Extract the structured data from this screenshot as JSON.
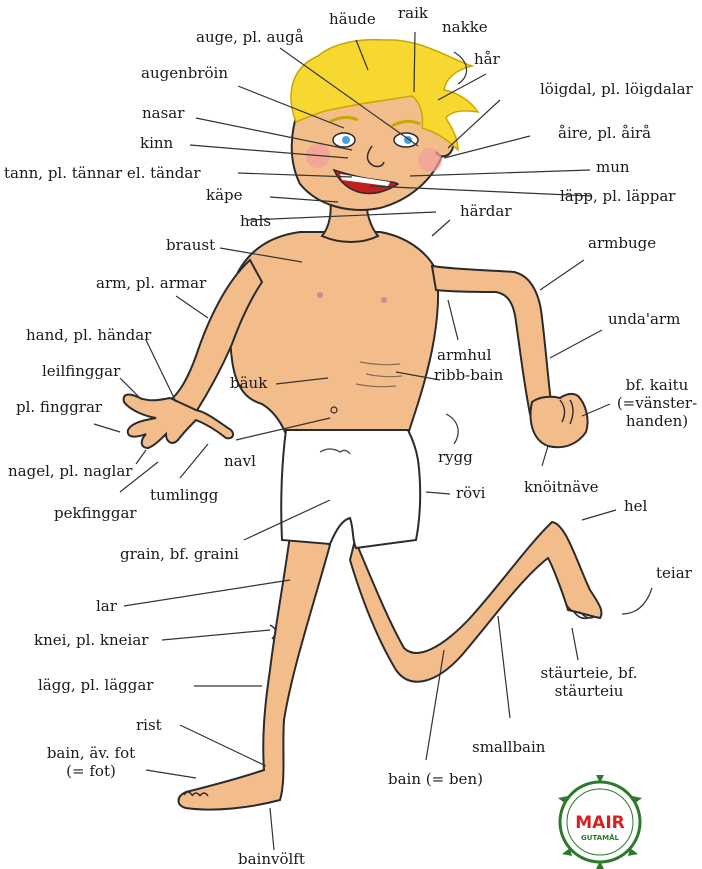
{
  "labels": {
    "haude": "häude",
    "raik": "raik",
    "nakke": "nakke",
    "auge": "auge, pl. augå",
    "har": "hår",
    "augenbroin": "augenbröin",
    "loigdal": "löigdal, pl. löigdalar",
    "nasar": "nasar",
    "aire": "åire, pl. åirå",
    "kinn": "kinn",
    "mun": "mun",
    "tann": "tann, pl. tännar el. tändar",
    "kape": "käpe",
    "lapp": "läpp, pl. läppar",
    "hals": "hals",
    "hardar": "härdar",
    "braust": "braust",
    "armbuge": "armbuge",
    "arm": "arm, pl. armar",
    "undaarm": "unda'arm",
    "hand": "hand, pl. händar",
    "armhul": "armhul",
    "leilfinggar": "leilfinggar",
    "ribbbain": "ribb-bain",
    "bfkaitu": "bf. kaitu (=vänster-handen)",
    "bauk": "bäuk",
    "plfinggrar": "pl. finggrar",
    "rygg": "rygg",
    "navl": "navl",
    "nagel": "nagel, pl. naglar",
    "knoitnave": "knöitnäve",
    "tumlingg": "tumlingg",
    "rovi": "rövi",
    "pekfinggar": "pekfinggar",
    "hel": "hel",
    "grain": "grain, bf. graini",
    "teiar": "teiar",
    "lar": "lar",
    "knei": "knei, pl. kneiar",
    "staurteie": "stäurteie, bf. stäurteiu",
    "lagg": "lägg, pl. läggar",
    "rist": "rist",
    "smallbain": "smallbain",
    "bainfot": "bain, äv. fot (= fot)",
    "bainben": "bain (= ben)",
    "bainvolft": "bainvölft"
  },
  "logo": {
    "word": "MAIR",
    "sub": "GUTAMÅL"
  },
  "colors": {
    "skin": "#f2bd8a",
    "skin_shadow": "#e2a26a",
    "hair": "#f7d831",
    "outline": "#2b2b2b",
    "shorts": "#ffffff",
    "cheek": "#f19c9c",
    "eye": "#4a9fe0",
    "mouth": "#c21f1f",
    "leader": "#333333",
    "logo_red": "#d62020",
    "logo_green": "#2d7a2a"
  }
}
